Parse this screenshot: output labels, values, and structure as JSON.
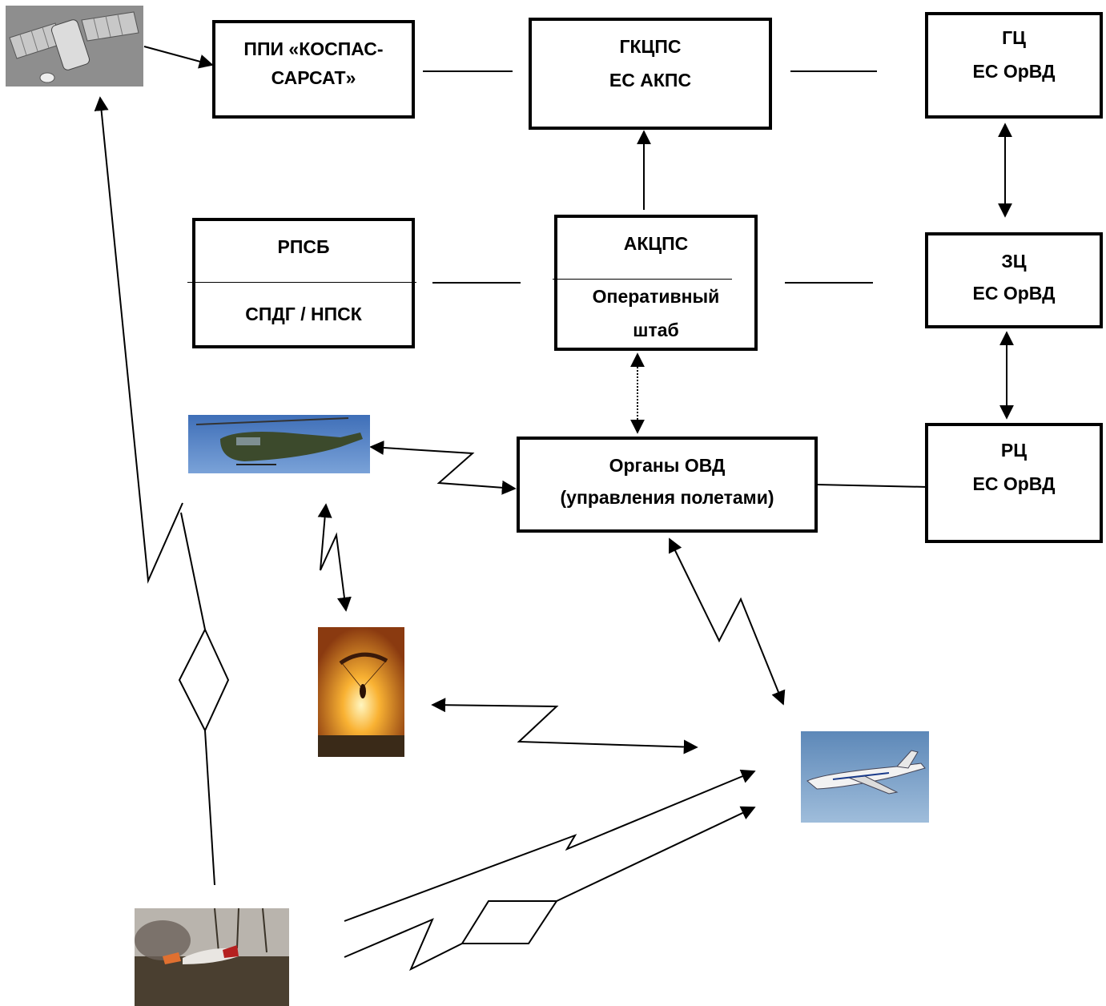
{
  "boxes": {
    "ppi": {
      "line1": "ППИ «КОСПАС-",
      "line2": "САРСАТ»"
    },
    "gkcps": {
      "line1": "ГКЦПС",
      "line2": "ЕС АКПС"
    },
    "gc": {
      "line1": "ГЦ",
      "line2": "ЕС ОрВД"
    },
    "rpsb": {
      "top": "РПСБ",
      "bottom": "СПДГ / НПСК"
    },
    "akcps": {
      "top": "АКЦПС",
      "bottom1": "Оперативный",
      "bottom2": "штаб"
    },
    "zc": {
      "line1": "ЗЦ",
      "line2": "ЕС ОрВД"
    },
    "ovd": {
      "line1": "Органы ОВД",
      "line2": "(управления полетами)"
    },
    "rc": {
      "line1": "РЦ",
      "line2": "ЕС ОрВД"
    }
  },
  "images": {
    "satellite": "satellite-photo",
    "helicopter": "helicopter-photo",
    "parachute": "parachutist-photo",
    "airplane": "airliner-photo",
    "crash": "crash-site-photo"
  }
}
